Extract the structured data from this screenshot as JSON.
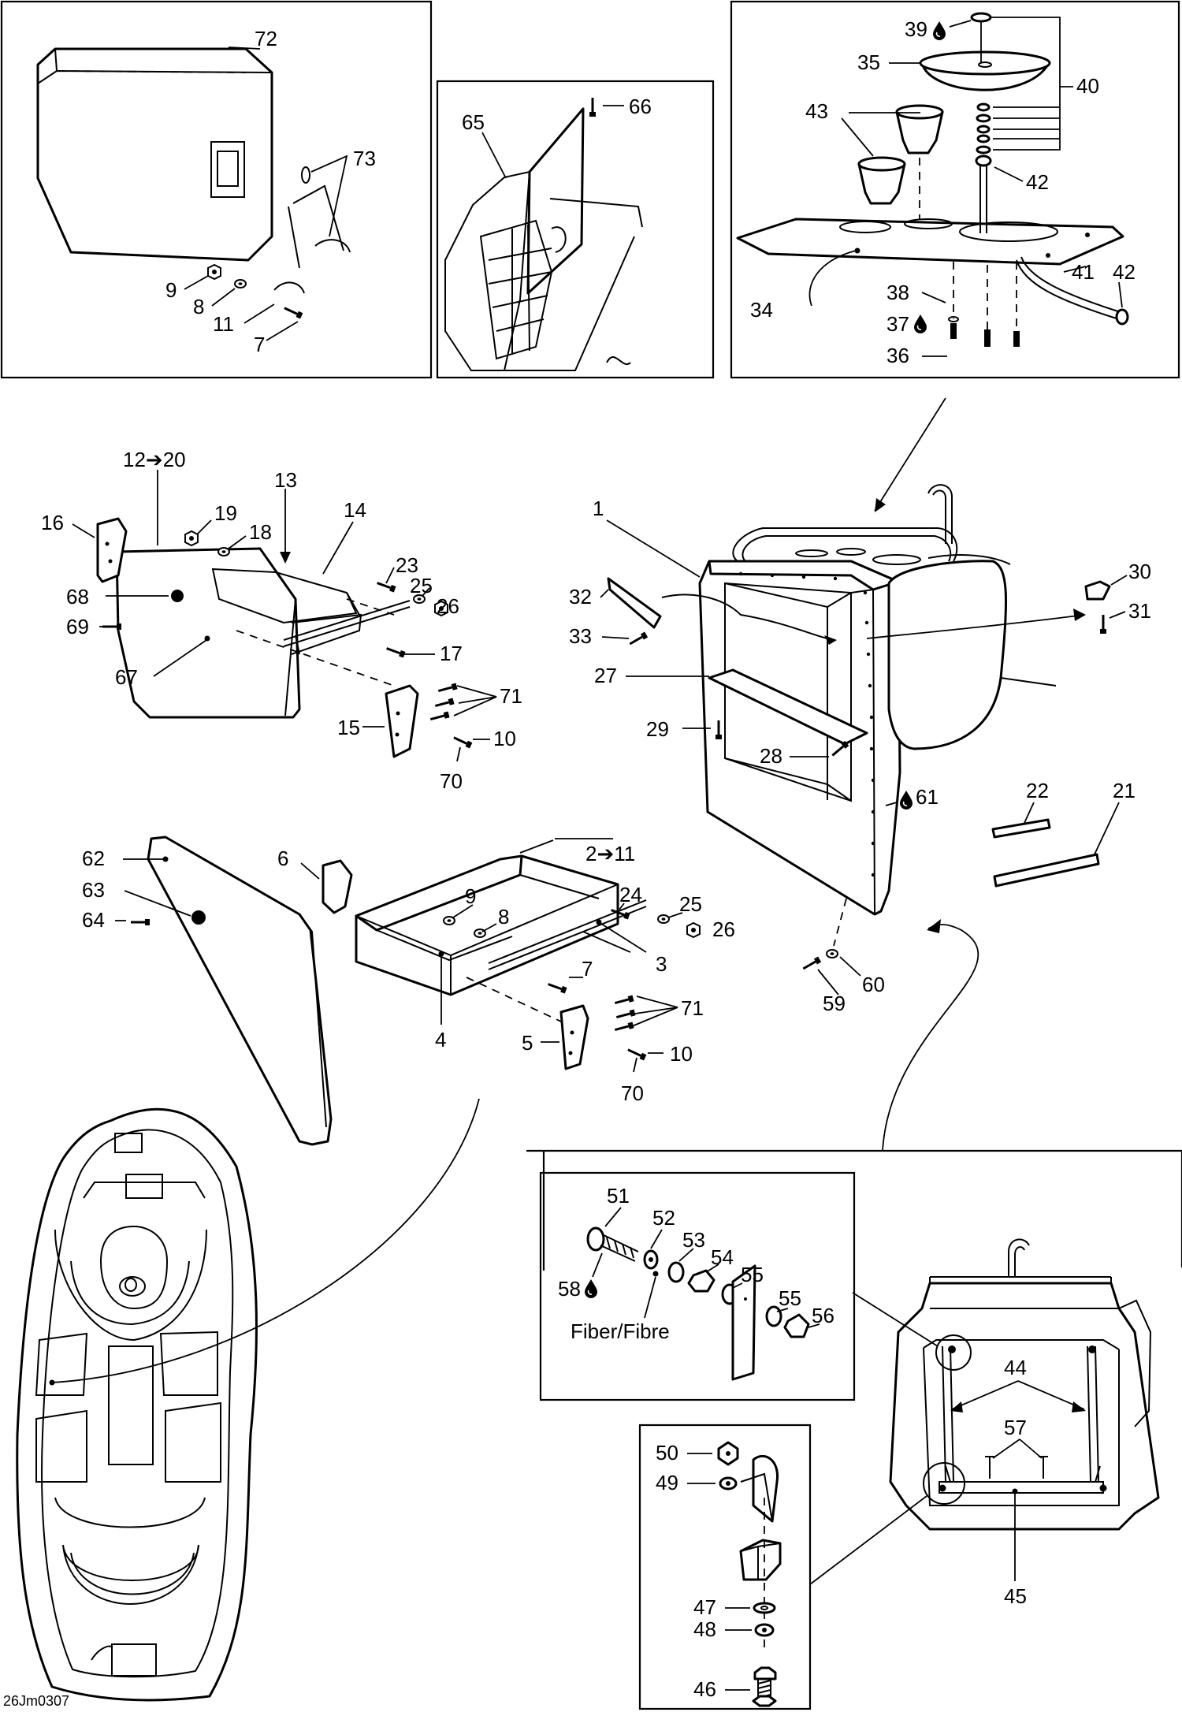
{
  "labels": {
    "n1": "1",
    "n2": "2➔11",
    "n3": "3",
    "n4": "4",
    "n5": "5",
    "n6": "6",
    "n7a": "7",
    "n7b": "7",
    "n8a": "8",
    "n8b": "8",
    "n9a": "9",
    "n9b": "9",
    "n10a": "10",
    "n10b": "10",
    "n11": "11",
    "n12": "12➔20",
    "n13": "13",
    "n14": "14",
    "n15": "15",
    "n16": "16",
    "n17": "17",
    "n18": "18",
    "n19": "19",
    "n21": "21",
    "n22": "22",
    "n23": "23",
    "n24": "24",
    "n25a": "25",
    "n25b": "25",
    "n26a": "26",
    "n26b": "26",
    "n27": "27",
    "n28": "28",
    "n29": "29",
    "n30": "30",
    "n31": "31",
    "n32": "32",
    "n33": "33",
    "n34": "34",
    "n35": "35",
    "n36": "36",
    "n37": "37",
    "n38": "38",
    "n39": "39",
    "n40": "40",
    "n41": "41",
    "n42a": "42",
    "n42b": "42",
    "n43": "43",
    "n44": "44",
    "n45": "45",
    "n46": "46",
    "n47": "47",
    "n48": "48",
    "n49": "49",
    "n50": "50",
    "n51": "51",
    "n52": "52",
    "n53": "53",
    "n54": "54",
    "n55a": "55",
    "n55b": "55",
    "n56": "56",
    "n57": "57",
    "n58": "58",
    "n59": "59",
    "n60": "60",
    "n61": "61",
    "n62": "62",
    "n63": "63",
    "n64": "64",
    "n65": "65",
    "n66": "66",
    "n67": "67",
    "n68": "68",
    "n69": "69",
    "n70a": "70",
    "n70b": "70",
    "n71a": "71",
    "n71b": "71",
    "n72": "72",
    "n73": "73",
    "fiber": "Fiber/Fibre",
    "code": "26Jm0307"
  },
  "icons": {
    "liquid": "drop-icon"
  }
}
